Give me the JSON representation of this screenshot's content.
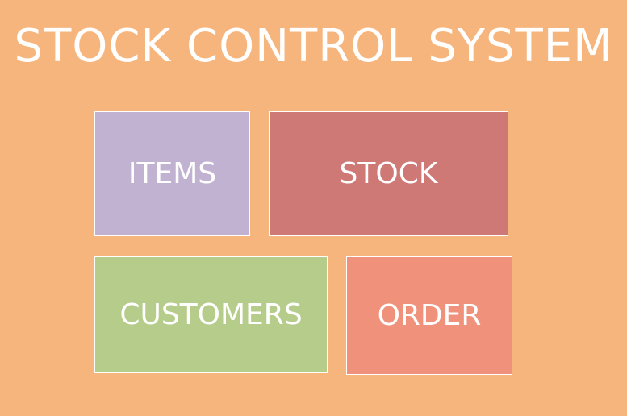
{
  "title": "STOCK CONTROL SYSTEM",
  "tiles": [
    {
      "label": "ITEMS",
      "color": "#c0b2d0"
    },
    {
      "label": "STOCK",
      "color": "#cf7977"
    },
    {
      "label": "CUSTOMERS",
      "color": "#b6cc8b"
    },
    {
      "label": "ORDER",
      "color": "#f0927b"
    }
  ],
  "colors": {
    "background": "#f7b57e",
    "text": "#ffffff",
    "border": "#ffffff"
  }
}
